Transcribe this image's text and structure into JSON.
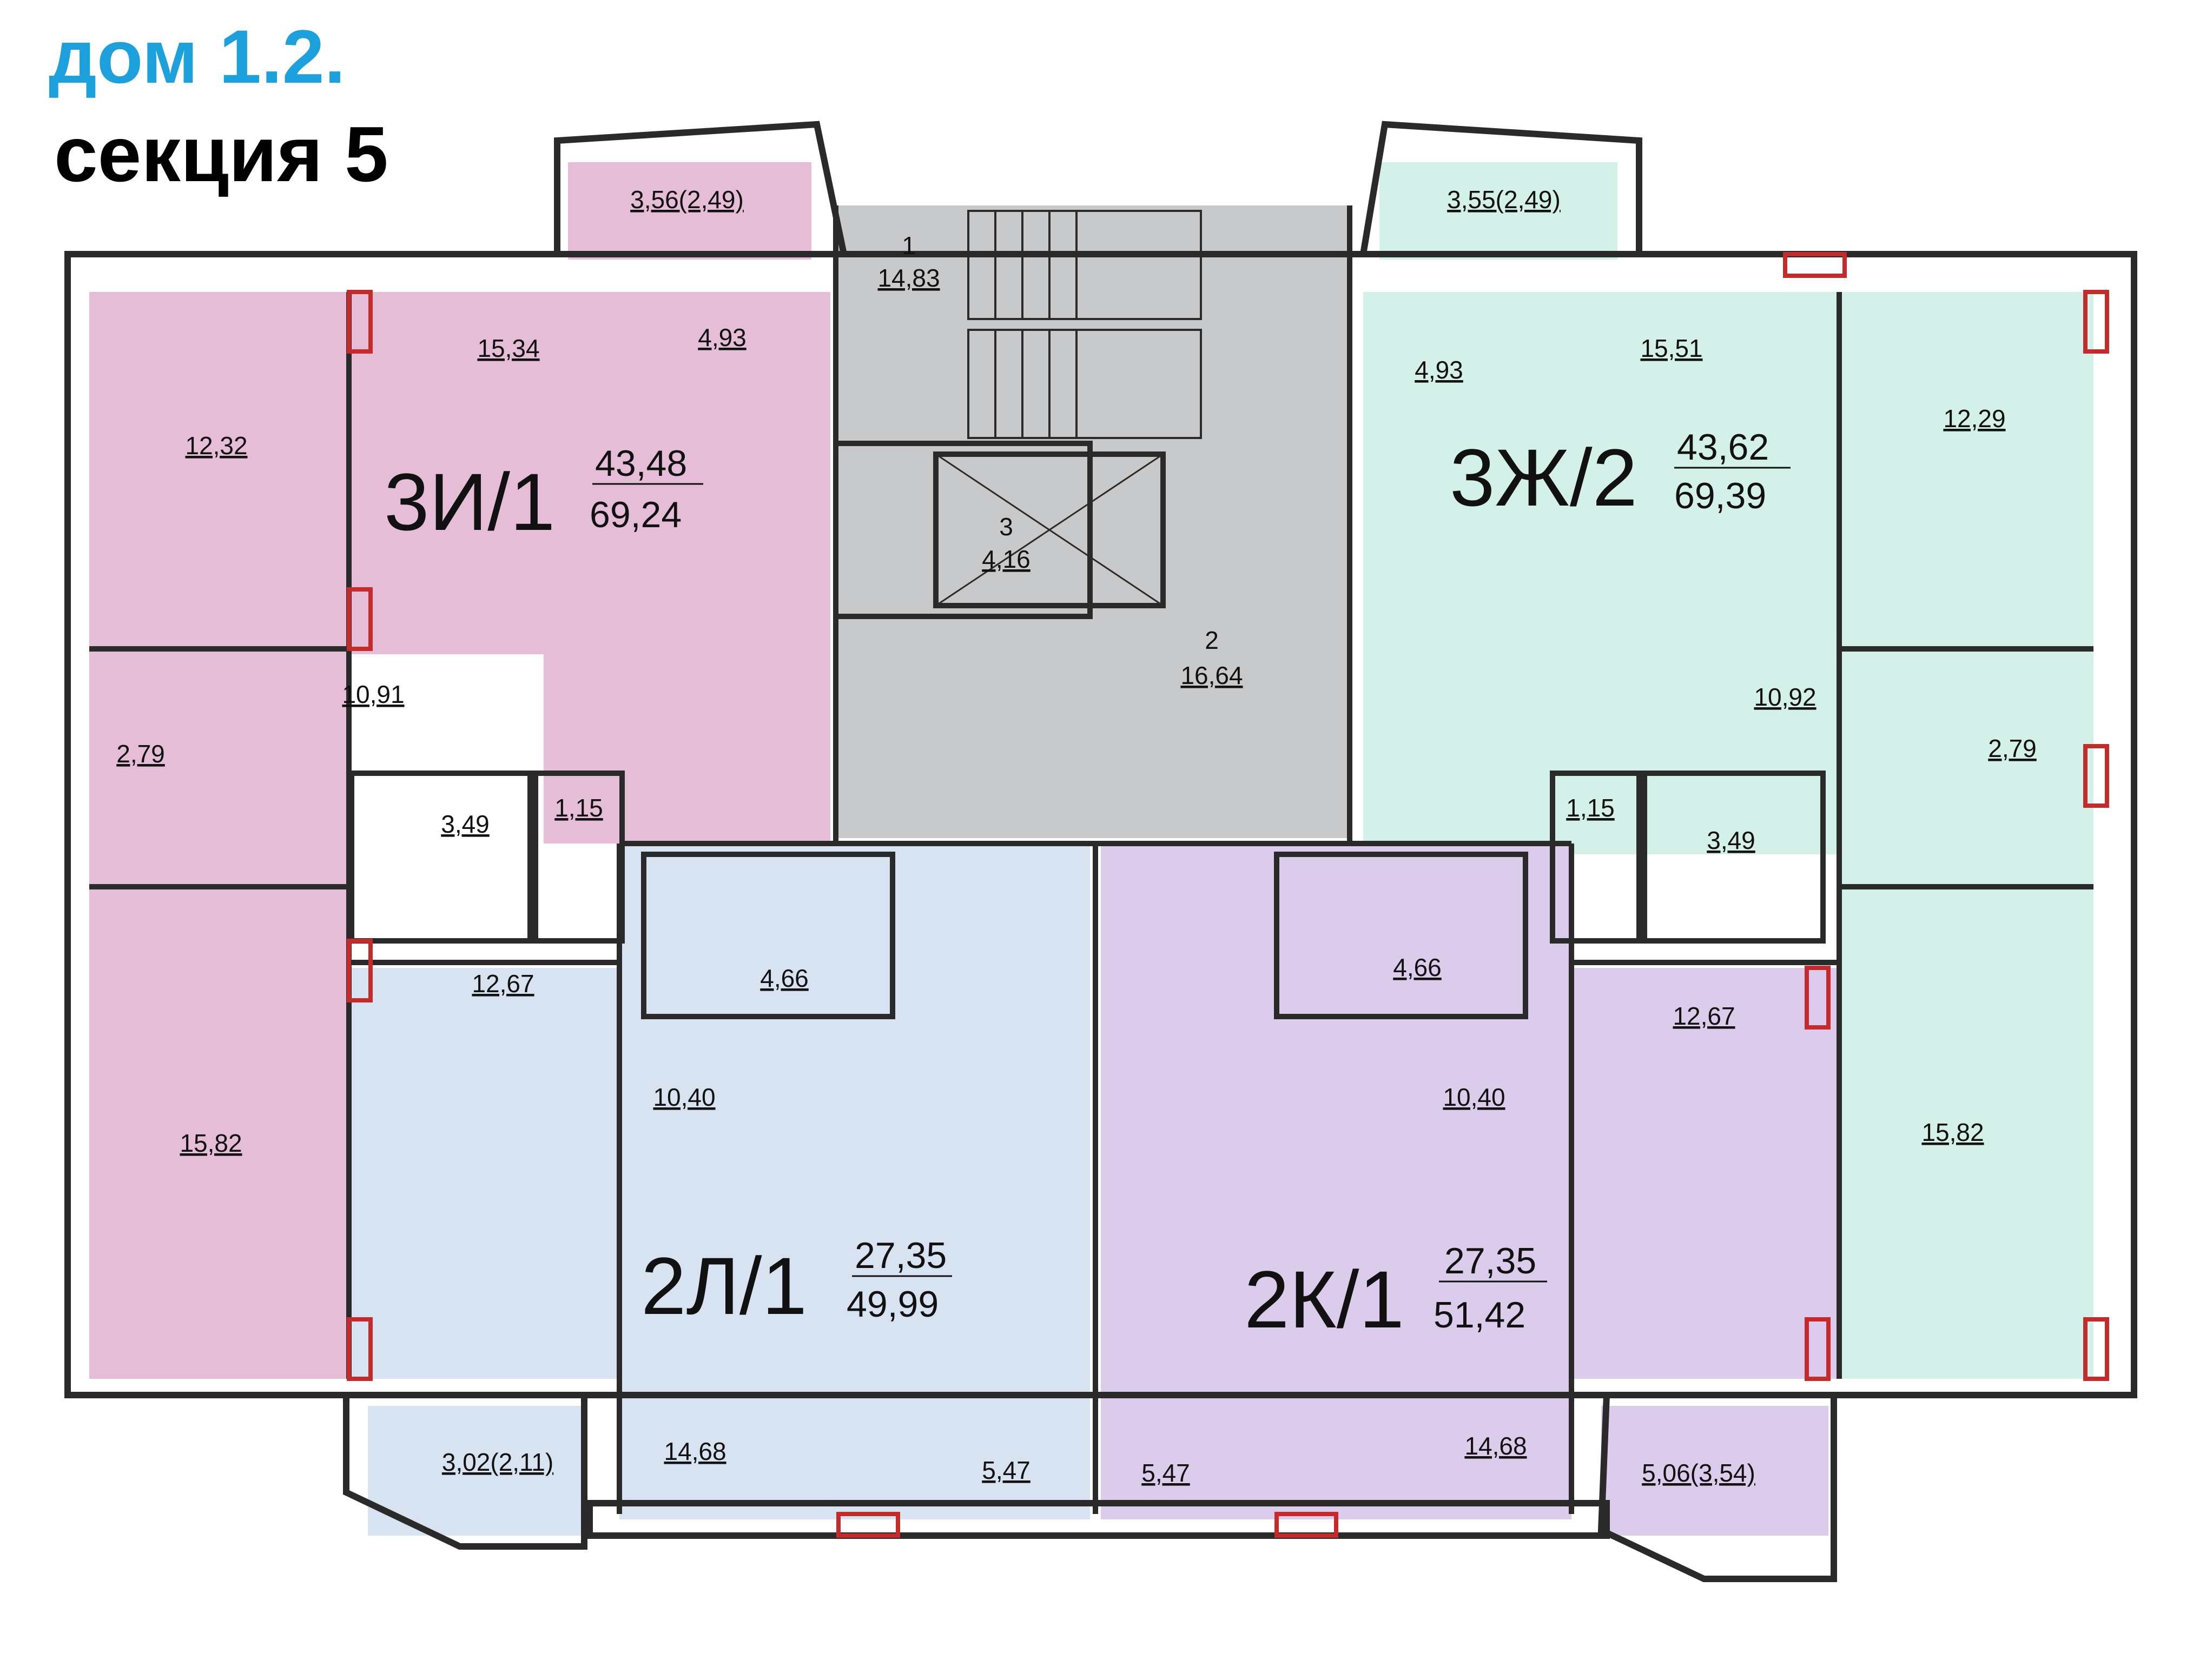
{
  "header": {
    "house_label": "дом 1.2.",
    "section_label": "секция 5",
    "house_color": "#1da1dc"
  },
  "colors": {
    "pink": "#e5bdd6",
    "grey": "#c8c9cb",
    "mint": "#d3f0e9",
    "blue": "#d8e3f1",
    "lavender": "#dcccec",
    "wall": "#2a2a2a",
    "window_red": "#c62b2b"
  },
  "apartments": [
    {
      "code": "3И/1",
      "living": "43,48",
      "total": "69,24",
      "color": "#e5bdd6"
    },
    {
      "code": "3Ж/2",
      "living": "43,62",
      "total": "69,39",
      "color": "#d3f0e9"
    },
    {
      "code": "2Л/1",
      "living": "27,35",
      "total": "49,99",
      "color": "#d8e3f1"
    },
    {
      "code": "2К/1",
      "living": "27,35",
      "total": "51,42",
      "color": "#dcccec"
    }
  ],
  "common": {
    "stair_no": "1",
    "stair_area": "14,83",
    "lift_no": "3",
    "lift_area": "4,16",
    "hall_no": "2",
    "hall_area": "16,64"
  },
  "rooms": {
    "a1_balcony": "3,56(2,49)",
    "a1_kitchen": "4,93",
    "a1_room_big": "15,34",
    "a1_room_left": "12,32",
    "a1_hall": "10,91",
    "a1_closet": "2,79",
    "a1_bath": "3,49",
    "a1_wc": "1,15",
    "a1_room_bottom": "15,82",
    "a2_balcony": "3,55(2,49)",
    "a2_kitchen": "4,93",
    "a2_room_big": "15,51",
    "a2_room_right": "12,29",
    "a2_hall": "10,92",
    "a2_closet": "2,79",
    "a2_wc": "1,15",
    "a2_bath": "3,49",
    "a2_room_bottom": "15,82",
    "a3_room": "12,67",
    "a3_bath": "4,66",
    "a3_hall": "10,40",
    "a3_living": "14,68",
    "a3_kitchen": "5,47",
    "a3_balcony": "3,02(2,11)",
    "a4_bath": "4,66",
    "a4_hall": "10,40",
    "a4_room": "12,67",
    "a4_living": "14,68",
    "a4_kitchen": "5,47",
    "a4_balcony": "5,06(3,54)"
  }
}
